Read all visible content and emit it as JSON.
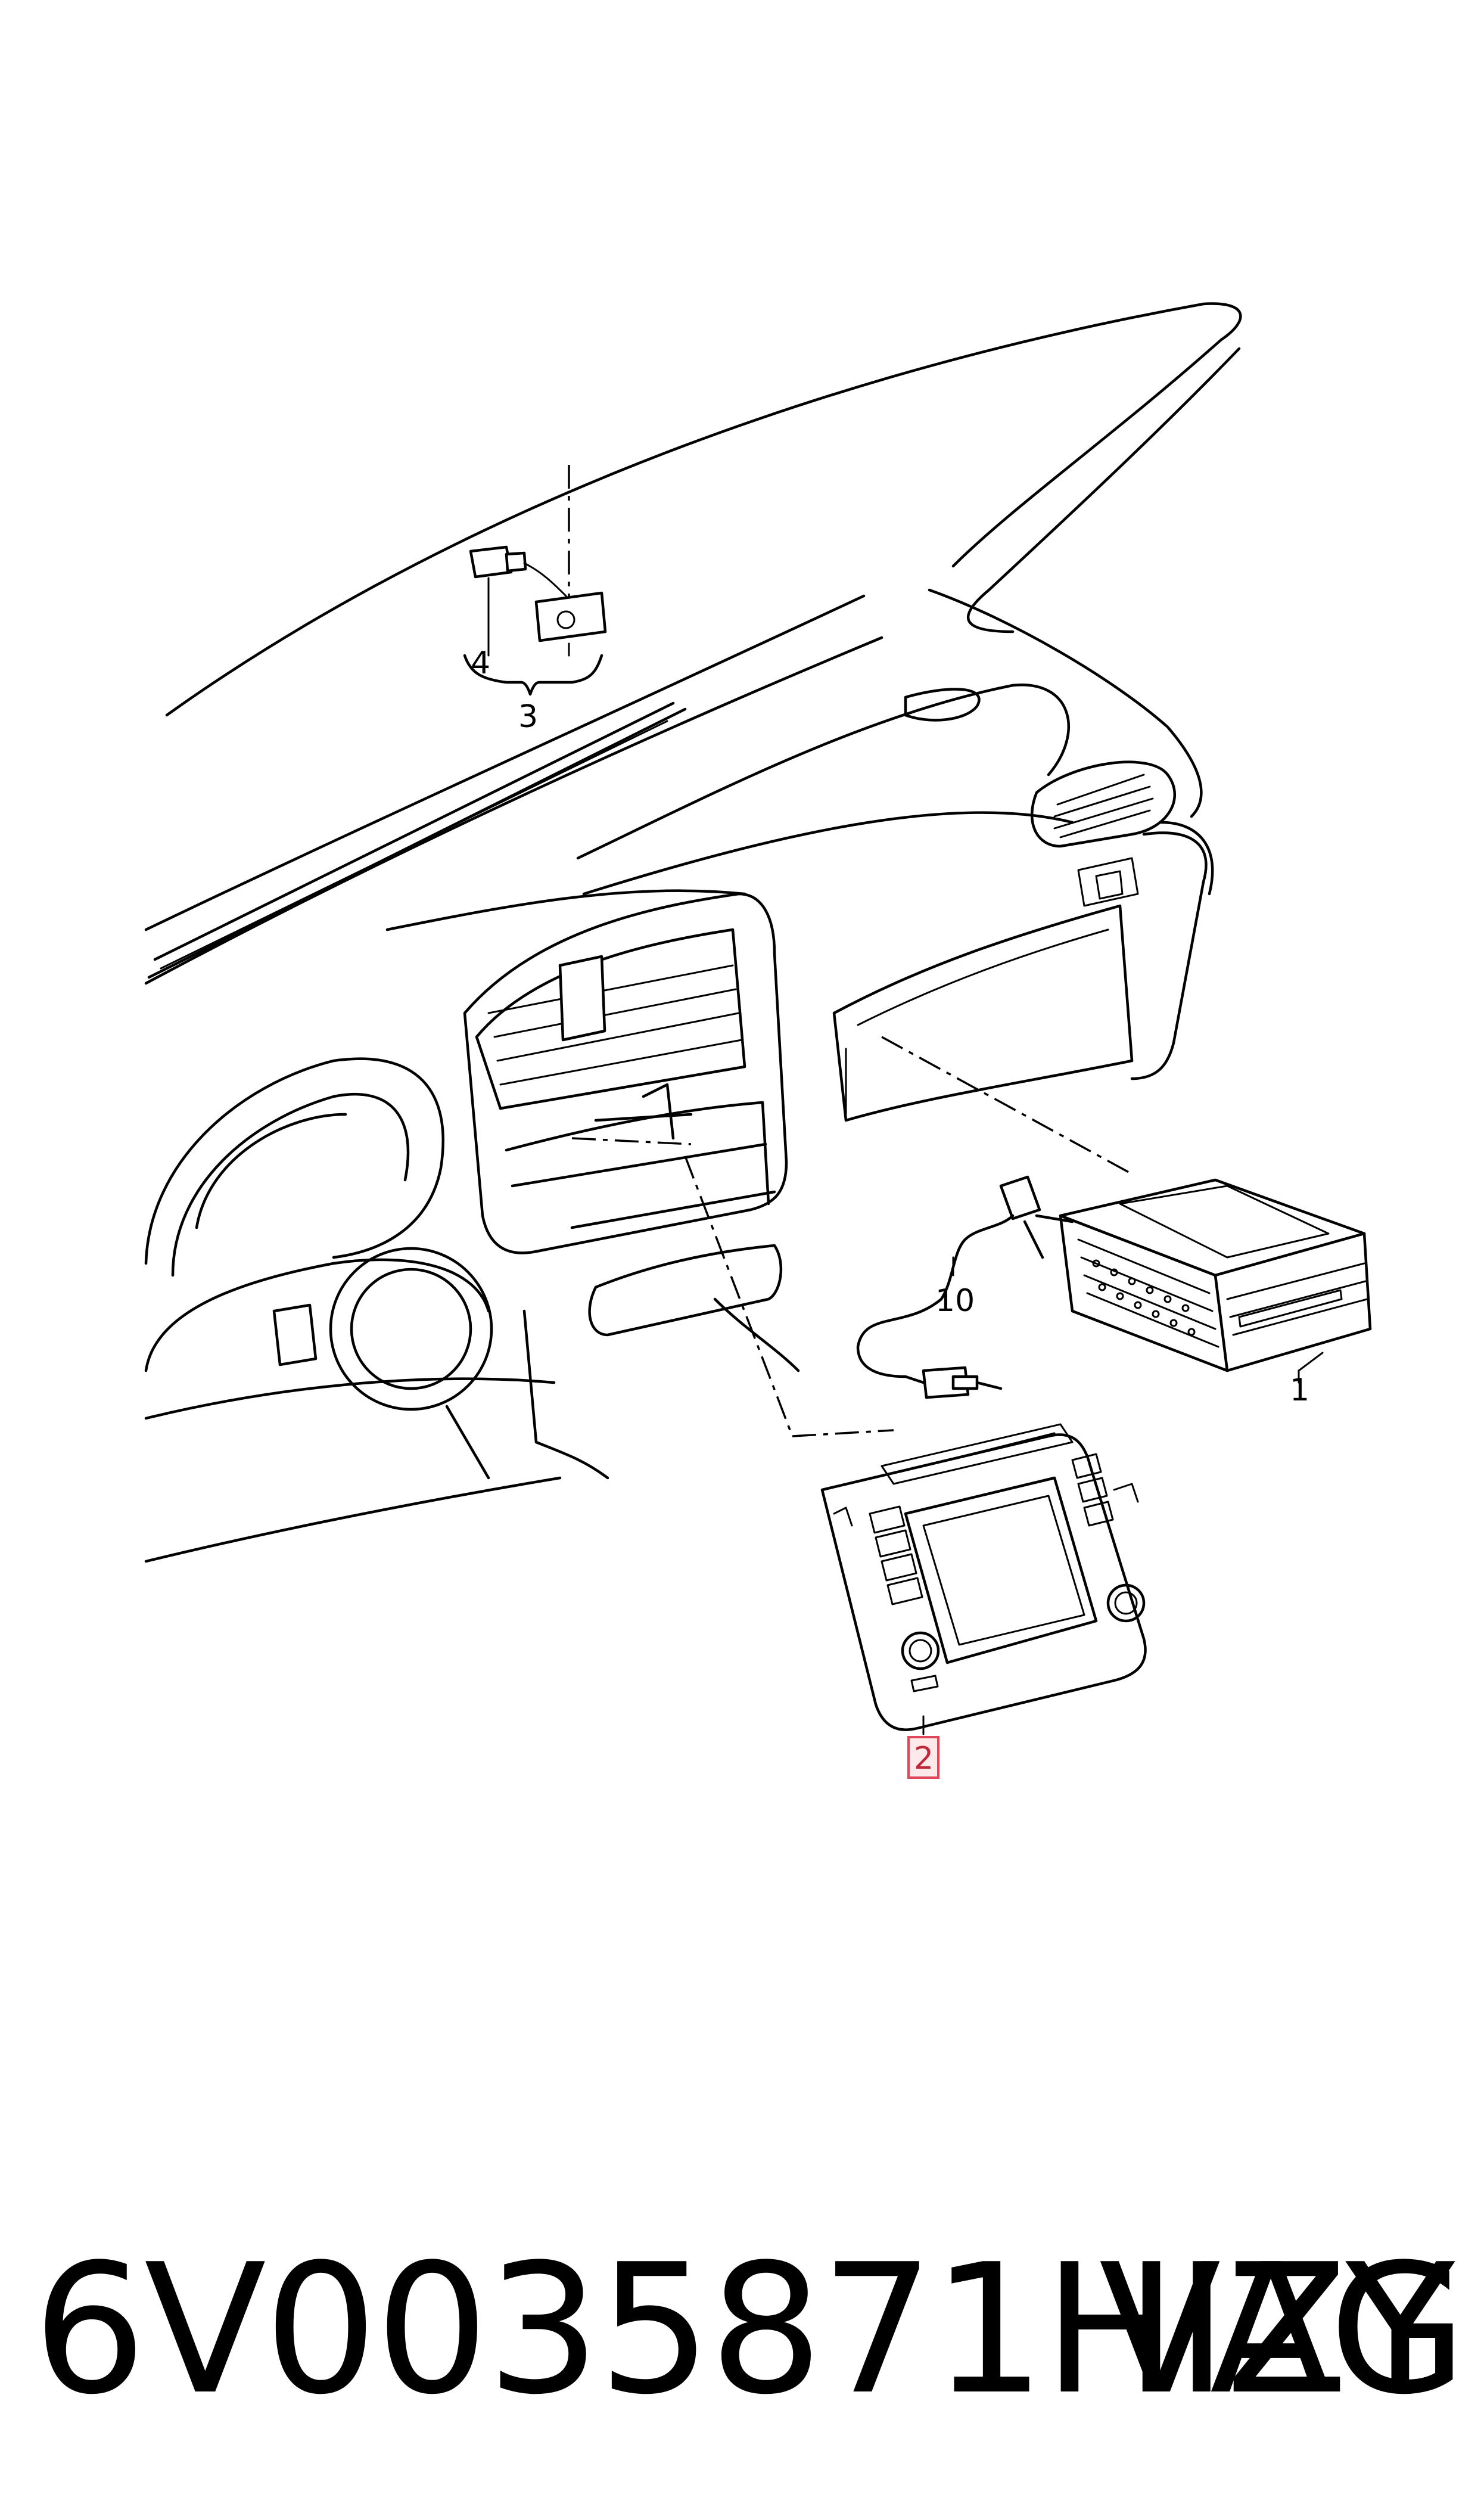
{
  "diagram": {
    "callouts": [
      {
        "id": "1",
        "text": "1"
      },
      {
        "id": "2",
        "text": "2",
        "highlighted": true
      },
      {
        "id": "3",
        "text": "3"
      },
      {
        "id": "4",
        "text": "4"
      },
      {
        "id": "10",
        "text": "10"
      }
    ],
    "colors": {
      "line": "#000000",
      "background": "#ffffff",
      "highlight_border": "#e0485a",
      "highlight_fill": "#fde8ea",
      "highlight_text": "#c0283a"
    }
  },
  "footer": {
    "part_number": "6V0035871HIZY",
    "brand": "VAG"
  }
}
